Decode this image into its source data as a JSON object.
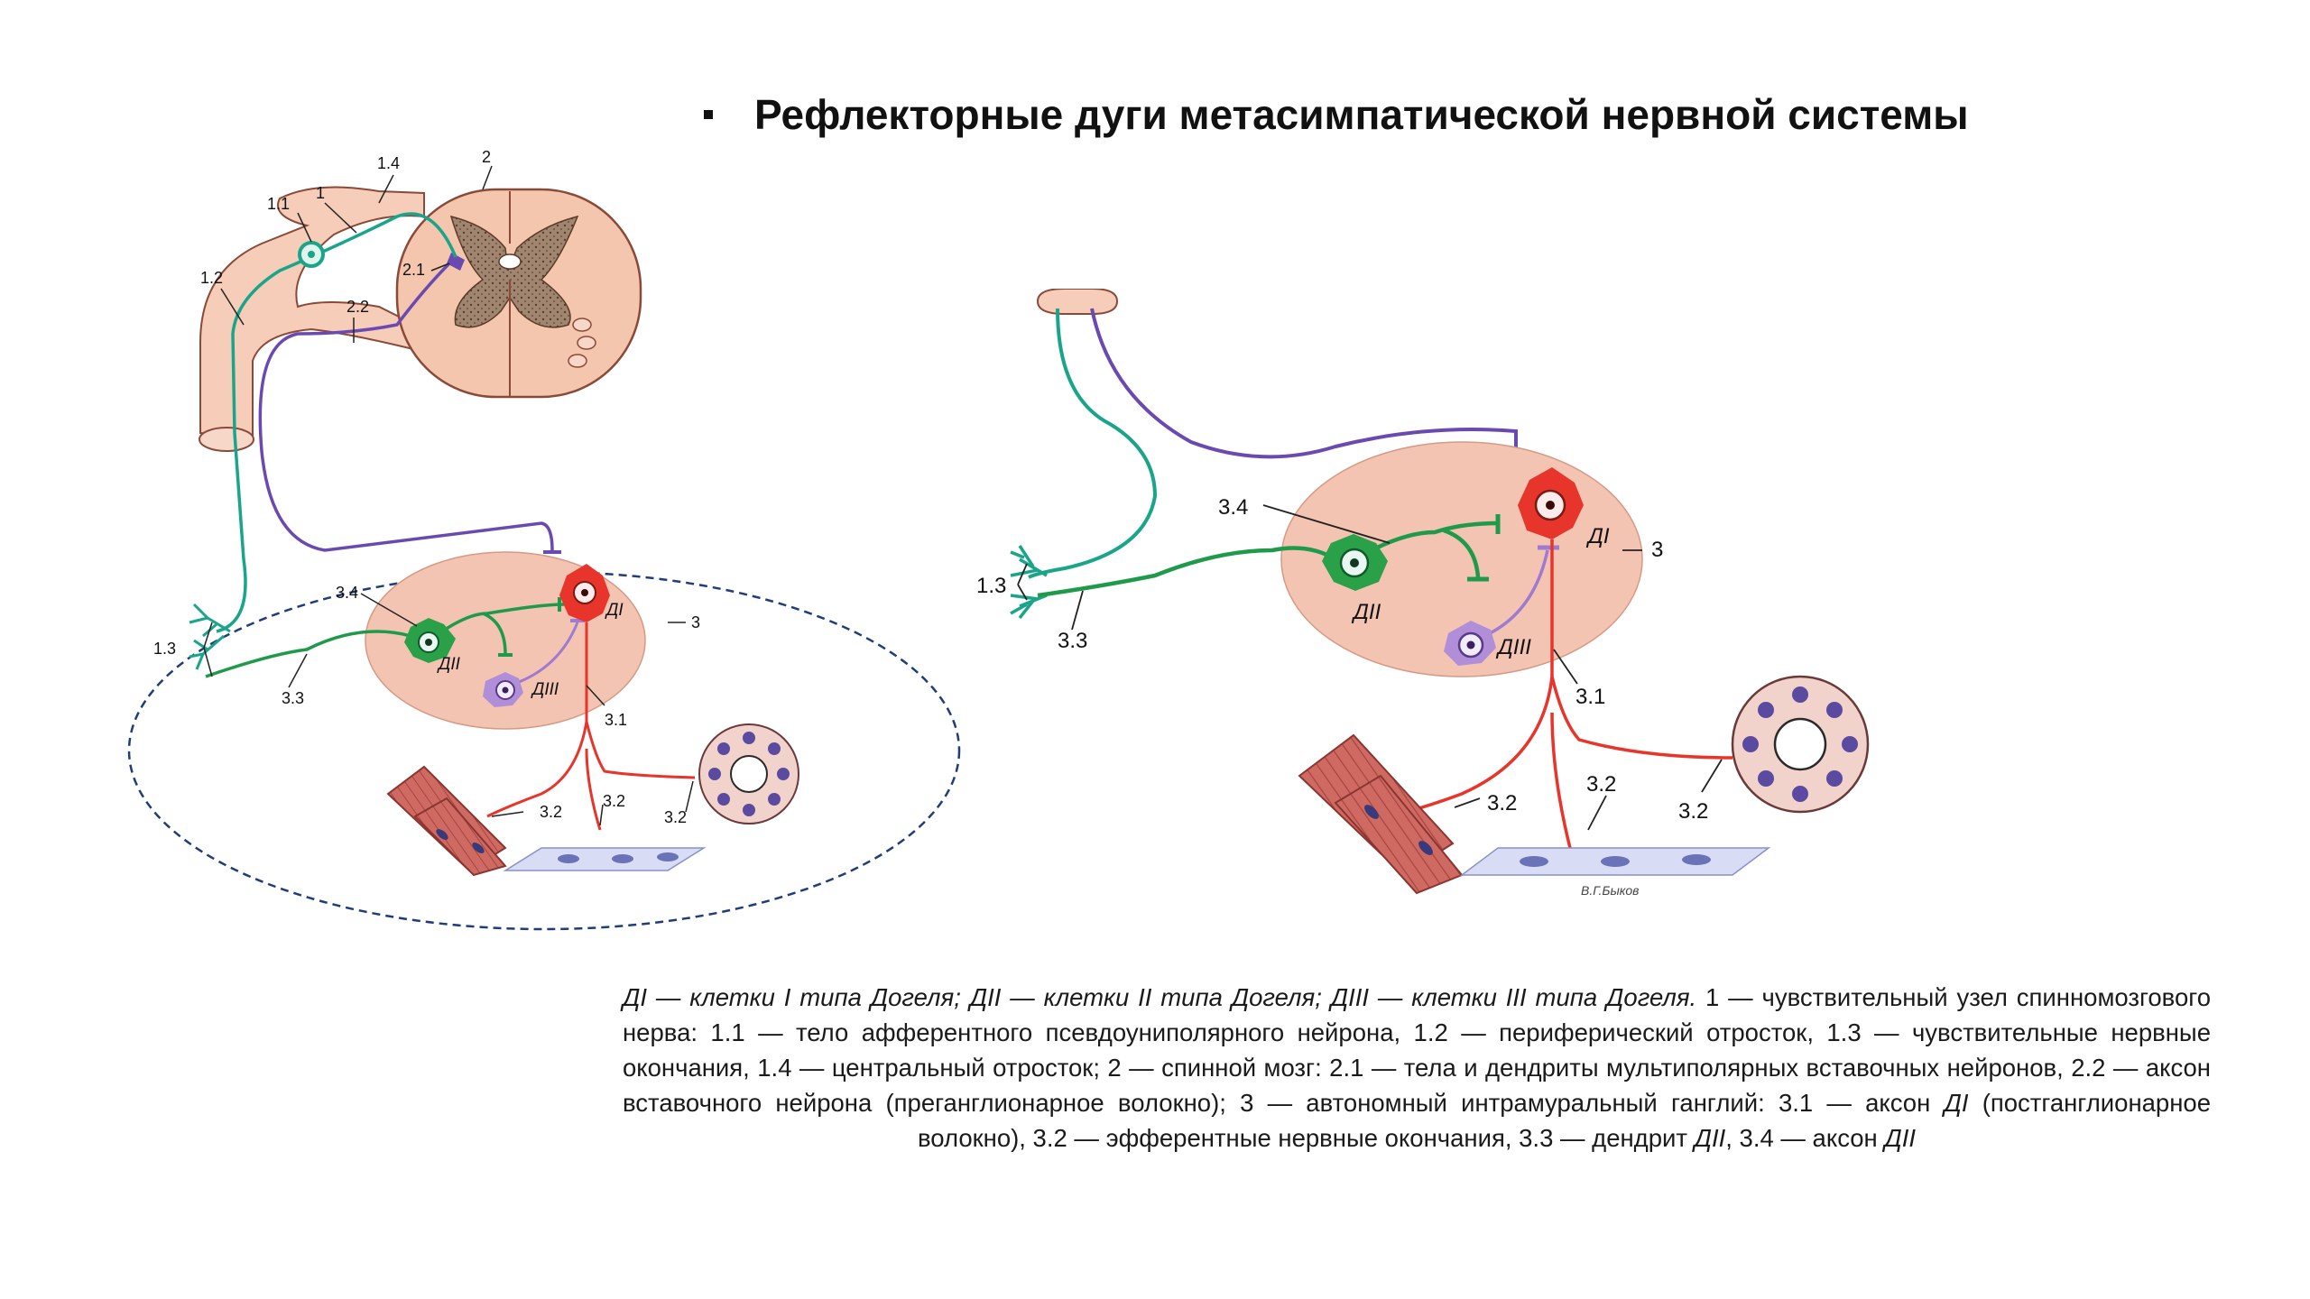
{
  "title": "Рефлекторные дуги метасимпатической нервной системы",
  "left_labels": {
    "l1": "1",
    "l1_1": "1.1",
    "l1_2": "1.2",
    "l1_3": "1.3",
    "l1_4": "1.4",
    "l2": "2",
    "l2_1": "2.1",
    "l2_2": "2.2",
    "l3": "3",
    "l3_1": "3.1",
    "l3_2a": "3.2",
    "l3_2b": "3.2",
    "l3_2c": "3.2",
    "l3_3": "3.3",
    "l3_4": "3.4",
    "d1": "ДI",
    "d2": "ДII",
    "d3": "ДIII"
  },
  "right_labels": {
    "l1_3": "1.3",
    "l3": "3",
    "l3_1": "3.1",
    "l3_2a": "3.2",
    "l3_2b": "3.2",
    "l3_2c": "3.2",
    "l3_3": "3.3",
    "l3_4": "3.4",
    "d1": "ДI",
    "d2": "ДII",
    "d3": "ДIII",
    "signature": "В.Г.Быков"
  },
  "colors": {
    "afferent": "#1aa58a",
    "preganglionic": "#6a4ab0",
    "dogiel1": "#e8352b",
    "dogiel2": "#1e9a4a",
    "dogiel3": "#a07ad0",
    "ganglion": "#f4c4b2",
    "muscle": "#c85a55",
    "dashed_ellipse": "#1f3d7a"
  },
  "caption": {
    "p1": "ДI — клетки I типа Догеля; ДII — клетки II типа Догеля; ДIII — клетки III типа Догеля.",
    "p2": " 1 — чувствительный узел спинномозгового нерва: 1.1 — тело афферентного псевдоуниполярного нейрона, 1.2 — периферический отросток, 1.3 — чувствительные нервные окончания, 1.4 — центральный отросток; 2 — спинной мозг: 2.1 — тела и дендриты мультиполярных вставочных нейронов, 2.2 — аксон вставочного нейрона (преганглионарное волокно); 3 — автономный интрамуральный ганглий: 3.1 — аксон ",
    "p3": "ДI",
    "p4": " (постганглионарное волокно), 3.2 — эфферентные нервные окончания, 3.3 — дендрит ",
    "p5": "ДII",
    "p6": ", 3.4 — аксон ",
    "p7": "ДII"
  }
}
